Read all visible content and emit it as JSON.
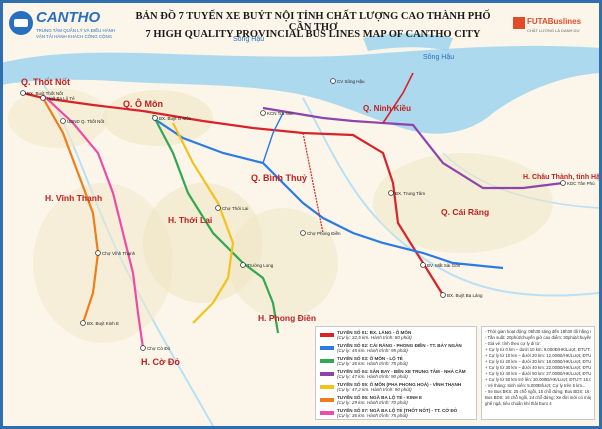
{
  "title_vi": "BẢN ĐỒ 7 TUYẾN XE BUÝT NỘI TỈNH CHẤT LƯỢNG CAO THÀNH PHỐ CẦN THƠ",
  "title_en": "7 HIGH QUALITY PROVINCIAL BUS LINES MAP OF CANTHO CITY",
  "left_logo": {
    "name": "CANTHO",
    "tag1": "TRUNG TÂM QUẢN LÝ VÀ ĐIỀU HÀNH",
    "tag2": "VẬN TẢI HÀNH KHÁCH CÔNG CỘNG"
  },
  "right_logo": {
    "name": "FUTABuslines",
    "tag": "CHẤT LƯỢNG LÀ DANH DỰ"
  },
  "river_labels": [
    "Sông Hậu",
    "Sông Hậu"
  ],
  "districts": [
    {
      "id": "thot-not",
      "name": "Q. Thốt Nốt"
    },
    {
      "id": "o-mon",
      "name": "Q. Ô Môn"
    },
    {
      "id": "binh-thuy",
      "name": "Q. Bình Thuỷ"
    },
    {
      "id": "ninh-kieu",
      "name": "Q. Ninh Kiều"
    },
    {
      "id": "vinh-thanh",
      "name": "H. Vĩnh Thạnh"
    },
    {
      "id": "thoi-lai",
      "name": "H. Thới Lai"
    },
    {
      "id": "co-do",
      "name": "H. Cờ Đỏ"
    },
    {
      "id": "phong-dien",
      "name": "H. Phong Điền"
    },
    {
      "id": "cai-rang",
      "name": "Q. Cái Răng"
    },
    {
      "id": "chau-thanh",
      "name": "H. Châu Thành, tỉnh Hậu Giang"
    }
  ],
  "stops": [
    {
      "id": "bx-buyt-thot-not",
      "name": "BX. Buýt Thốt Nốt"
    },
    {
      "id": "bx-buyt-o-mon",
      "name": "BX. Buýt Ô Môn"
    },
    {
      "id": "cv-song-hau",
      "name": "CV Sông Hậu"
    },
    {
      "id": "bx-trung-tam",
      "name": "BX. Trung Tâm"
    },
    {
      "id": "bx-buyt-ba-lang",
      "name": "BX. Buýt Ba Láng"
    },
    {
      "id": "bx-buyt-kinh-e",
      "name": "BX. Buýt Kinh E"
    },
    {
      "id": "nga-tu-ba-lang",
      "name": "Ngã Ba Lộ Tẻ"
    },
    {
      "id": "bv-mat-sai-gon",
      "name": "BV. Mắt Sài Gòn"
    },
    {
      "id": "kcn-tra-noc",
      "name": "KCN Trà Nóc"
    },
    {
      "id": "ubnd-thot-not",
      "name": "UBND Q. Thốt Nốt"
    },
    {
      "id": "cho-thoi-lai",
      "name": "Chợ Thới Lai"
    },
    {
      "id": "cho-co-do",
      "name": "Chợ Cờ Đỏ"
    },
    {
      "id": "cho-phong-dien",
      "name": "Chợ Phong Điền"
    },
    {
      "id": "kdc-hau-giang",
      "name": "KDC Tân Phú"
    },
    {
      "id": "cho-vinh-thanh",
      "name": "Chợ Vĩnh Thạnh"
    },
    {
      "id": "truong-long",
      "name": "Trường Long"
    }
  ],
  "legend": [
    {
      "color": "#d9222a",
      "label": "TUYẾN SỐ 01: BX. LÀNG - Ô MÔN",
      "meta": "(Cự ly: 32,5 km. Hành trình: 80 phút)"
    },
    {
      "color": "#2c7be5",
      "label": "TUYẾN SỐ 02: CÁI RĂNG - PHONG ĐIỀN - TT. BẢY NGÀN",
      "meta": "(Cự ly: 45 km. Hành trình: 95 phút)"
    },
    {
      "color": "#32a852",
      "label": "TUYẾN SỐ 03: Ô MÔN - LỘ TẺ",
      "meta": "(Cự ly: 36 km. Hành trình: 75 phút)"
    },
    {
      "color": "#8e44ad",
      "label": "TUYẾN SỐ 04: SÂN BAY - BẾN XE TRUNG TÂM - NHÀ CẦM",
      "meta": "(Cự ly: 47 km. Hành trình: 90 phút)"
    },
    {
      "color": "#f2c31c",
      "label": "TUYẾN SỐ 05: Ô MÔN (PHA PHONG HOÀ) - VĨNH THẠNH",
      "meta": "(Cự ly: 47,2 km. Hành trình: 90 phút)"
    },
    {
      "color": "#ef7d1a",
      "label": "TUYẾN SỐ 06: NGÃ BA LỘ TẺ - KINH E",
      "meta": "(Cự ly: 29 km. Hành trình: 70 phút)"
    },
    {
      "color": "#ec4ca8",
      "label": "TUYẾN SỐ 07: NGÃ BA LỘ TẺ (THỐT NỐT) - TT. CỜ ĐỎ",
      "meta": "(Cự ly: 36 km. Hành trình: 75 phút)"
    }
  ],
  "fare_notes": [
    "- Thời gian hoạt động: 05h30 sáng đến 18h30 tối hằng ngày.",
    "- Tần suất: 20phút/chuyến giờ cao điểm; 30phút/chuyến giờ thấp điểm.",
    "- Giá vé: tính theo cự ly di từ:",
    "  + Cự ly từ 0 km – dưới 10 km: 9.000Đ/HK/Lượt; ĐTƯT: 4.000đ",
    "  + Cự ly từ 10 km – dưới 20 km: 12.000Đ/HK/Lượt; ĐTƯT: 6.000đ",
    "  + Cự ly từ 20 km – dưới 30 km: 18.000Đ/HK/Lượt; ĐTƯT: 9.000đ",
    "  + Cự ly từ 30 km – dưới 40 km: 22.000Đ/HK/Lượt; ĐTƯT: 11.000đ",
    "  + Cự ly từ 40 km – dưới 50 km: 27.000Đ/HK/Lượt; ĐTƯT: 13.000đ",
    "  + Cự ly từ 50 km trở lên: 30.000Đ/HK/Lượt; ĐTƯT: 15.000đ",
    "- Vé tháng: Sinh viên: 5.000Đ/lượt; Cự ly trên 5 km...",
    "- Xe Bus BKS: 25 chỗ ngồi, 15 chỗ đứng; Bus BDS: 16 chỗ ngồi, 12 chỗ đứng;",
    "  Bus BDS: 16 chỗ ngồi, 24 chỗ đứng; Xe đời mới có máy lạnh, wifi",
    "  ghế ngả, tiêu chuẩn khí thải Euro 4"
  ]
}
